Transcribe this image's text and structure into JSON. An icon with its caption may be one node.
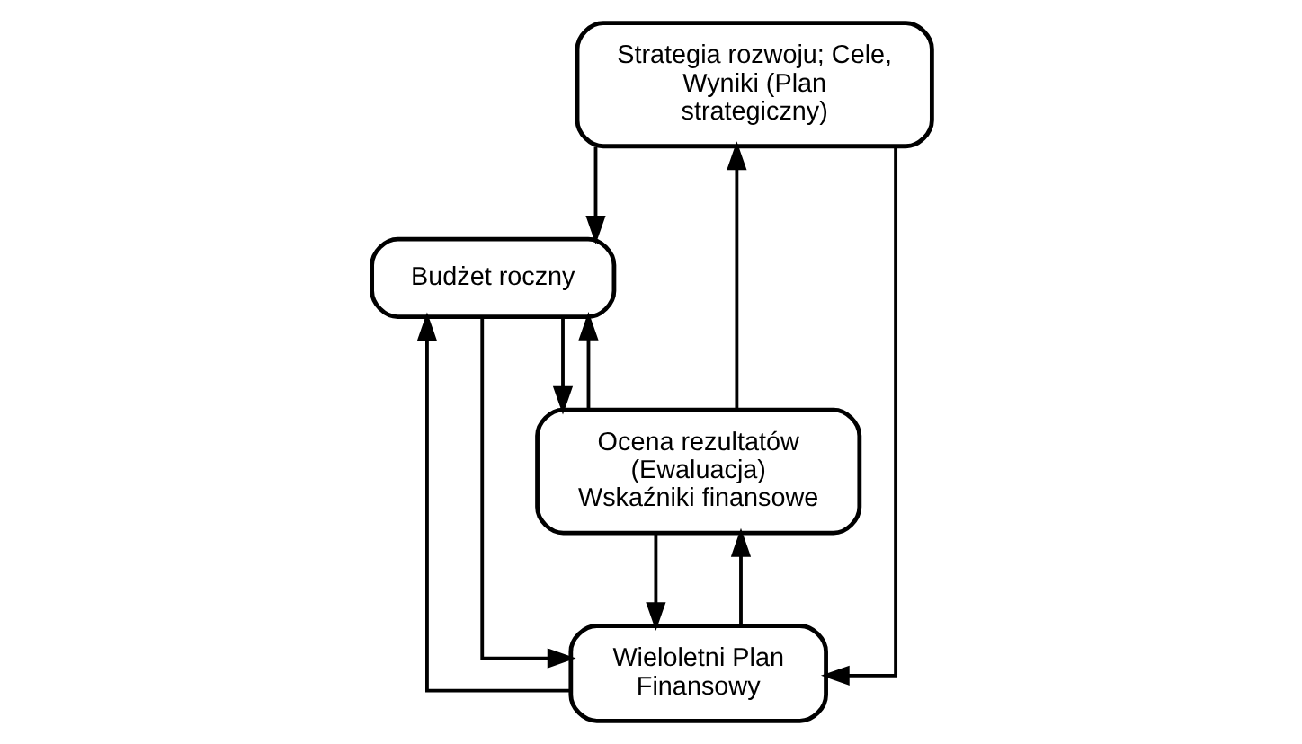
{
  "diagram": {
    "nodes": [
      {
        "text": [
          "Strategia rozwoju; Cele, Wyniki (Plan strategiczny)"
        ]
      },
      {
        "text": [
          "Budżet roczny"
        ]
      },
      {
        "text": [
          "Ocena rezultatów (Ewaluacja)",
          "Wskaźniki finansowe"
        ]
      },
      {
        "text": [
          "Wieloletni Plan Finansowy"
        ]
      }
    ],
    "edges": [
      {
        "from": 2,
        "to": 0,
        "arrow": "to"
      },
      {
        "from": 0,
        "to": 1,
        "arrow": "to"
      },
      {
        "from": 2,
        "to": 1,
        "arrow": "to"
      },
      {
        "from": 1,
        "to": 2,
        "arrow": "to"
      },
      {
        "from": 0,
        "to": 3,
        "arrow": "to"
      },
      {
        "from": 1,
        "to": 3,
        "arrow": "to"
      },
      {
        "from": 3,
        "to": 1,
        "arrow": "to"
      },
      {
        "from": 3,
        "to": 2,
        "arrow": "to"
      },
      {
        "from": 2,
        "to": 3,
        "arrow": "to"
      }
    ]
  }
}
